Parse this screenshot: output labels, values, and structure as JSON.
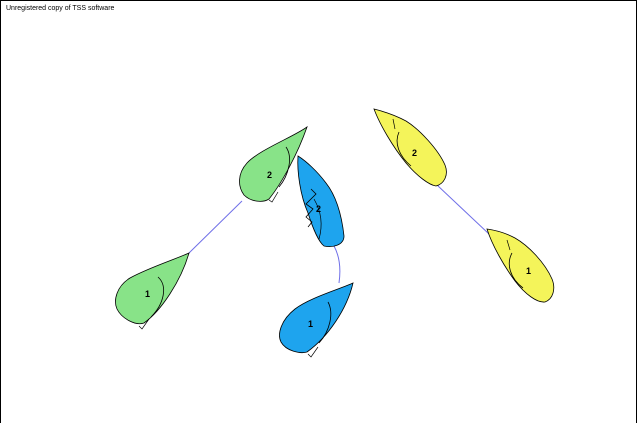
{
  "watermark": "Unregistered copy of TSS software",
  "colors": {
    "green": "#88e388",
    "blue": "#1ea4ee",
    "yellow": "#f4f45a",
    "link_line": "#6f6fe8",
    "outline": "#000000"
  },
  "boats": {
    "green_1": {
      "number": "1",
      "color_key": "green"
    },
    "green_2": {
      "number": "2",
      "color_key": "green"
    },
    "blue_1": {
      "number": "1",
      "color_key": "blue"
    },
    "blue_2": {
      "number": "2",
      "color_key": "blue"
    },
    "yellow_1": {
      "number": "1",
      "color_key": "yellow"
    },
    "yellow_2": {
      "number": "2",
      "color_key": "yellow"
    }
  }
}
